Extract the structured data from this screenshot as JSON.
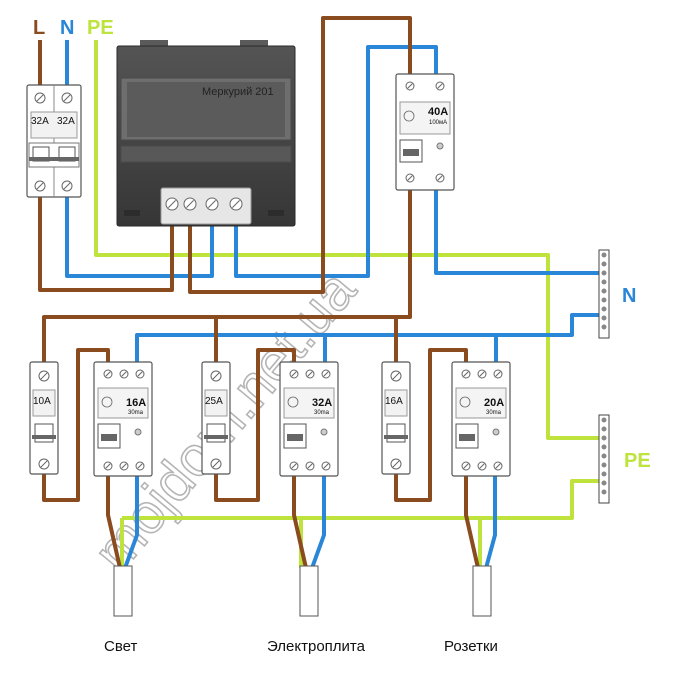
{
  "labels": {
    "L": "L",
    "N": "N",
    "PE": "PE"
  },
  "colors": {
    "phase": "#8a4b1f",
    "neutral": "#2a86d6",
    "earth": "#bde33c",
    "device": "#666666",
    "meter": "#3f3f3f"
  },
  "meter": {
    "name": "Меркурий 201"
  },
  "main_breaker": {
    "ratings": [
      "32A",
      "32A"
    ]
  },
  "main_rcd": {
    "rating": "40A",
    "sensitivity": "100мА"
  },
  "groups": [
    {
      "breaker": "10A",
      "rcd": "16A",
      "rcd_sensitivity": "30ma",
      "label": "Свет"
    },
    {
      "breaker": "25A",
      "rcd": "32A",
      "rcd_sensitivity": "30ma",
      "label": "Электроплита"
    },
    {
      "breaker": "16A",
      "rcd": "20A",
      "rcd_sensitivity": "30ma",
      "label": "Розетки"
    }
  ],
  "bus_labels": {
    "N": "N",
    "PE": "PE"
  },
  "watermark": "mojdom.net.ua"
}
